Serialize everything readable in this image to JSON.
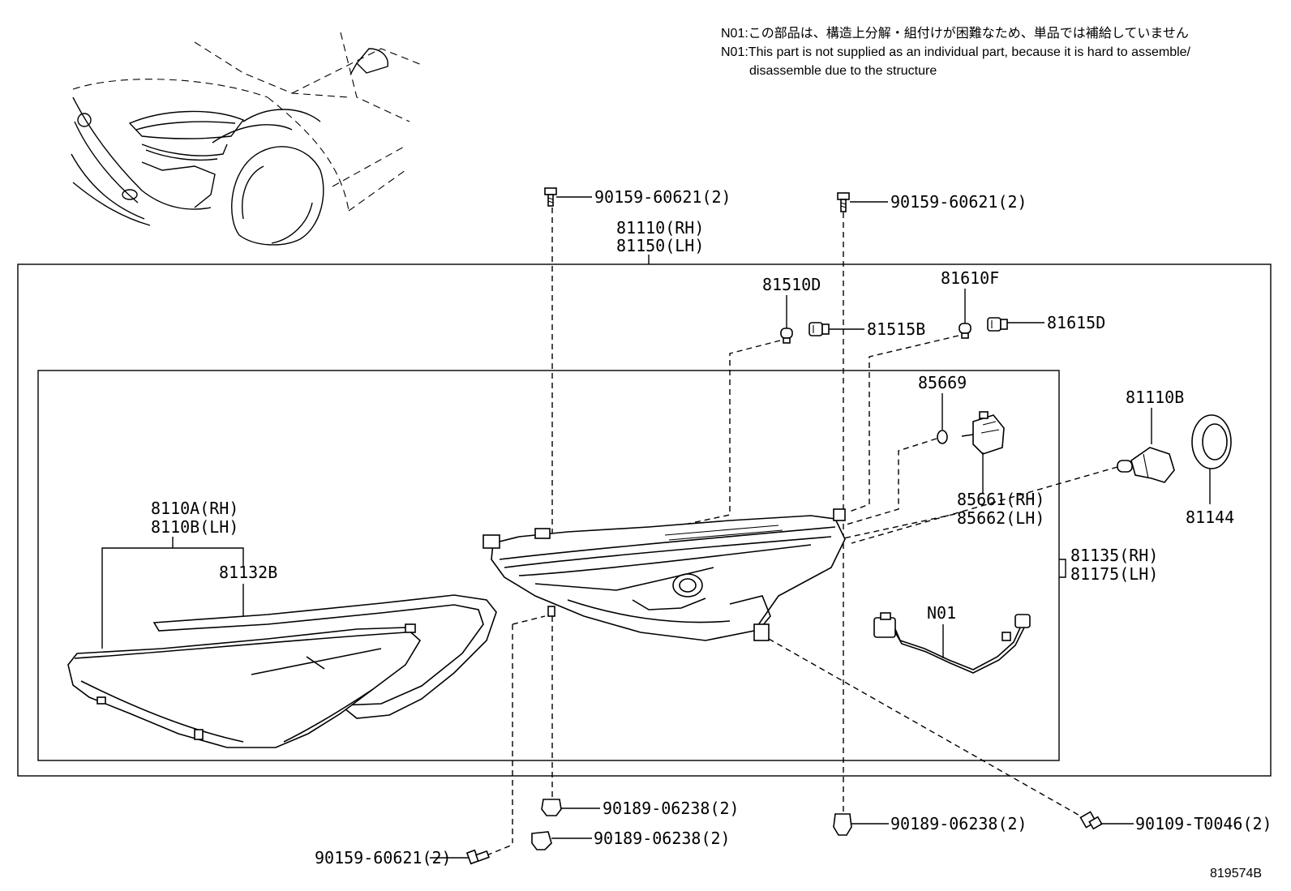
{
  "notes": {
    "jp": "N01:この部品は、構造上分解・組付けが困難なため、単品では補給していません",
    "en1": "N01:This part is not supplied as an individual part, because it is hard to assemble/",
    "en2": "disassemble due to the structure"
  },
  "labels": {
    "bolt_top_left": "90159-60621(2)",
    "bolt_top_right": "90159-60621(2)",
    "assembly_rh": "81110(RH)",
    "assembly_lh": "81150(LH)",
    "bulb_81510d": "81510D",
    "socket_81515b": "81515B",
    "bulb_81610f": "81610F",
    "socket_81615d": "81615D",
    "oring_85669": "85669",
    "bulb_81110b": "81110B",
    "cap_81144": "81144",
    "actuator_rh": "85661(RH)",
    "actuator_lh": "85662(LH)",
    "lens_rh": "8110A(RH)",
    "lens_lh": "8110B(LH)",
    "gasket_81132b": "81132B",
    "housing_rh": "81135(RH)",
    "housing_lh": "81175(LH)",
    "n01": "N01",
    "clip_center": "90189-06238(2)",
    "clip_right": "90189-06238(2)",
    "clip_lower": "90189-06238(2)",
    "bolt_bottom_left": "90159-60621(2)",
    "bolt_bottom_right": "90109-T0046(2)",
    "diagram_id": "819574B"
  }
}
